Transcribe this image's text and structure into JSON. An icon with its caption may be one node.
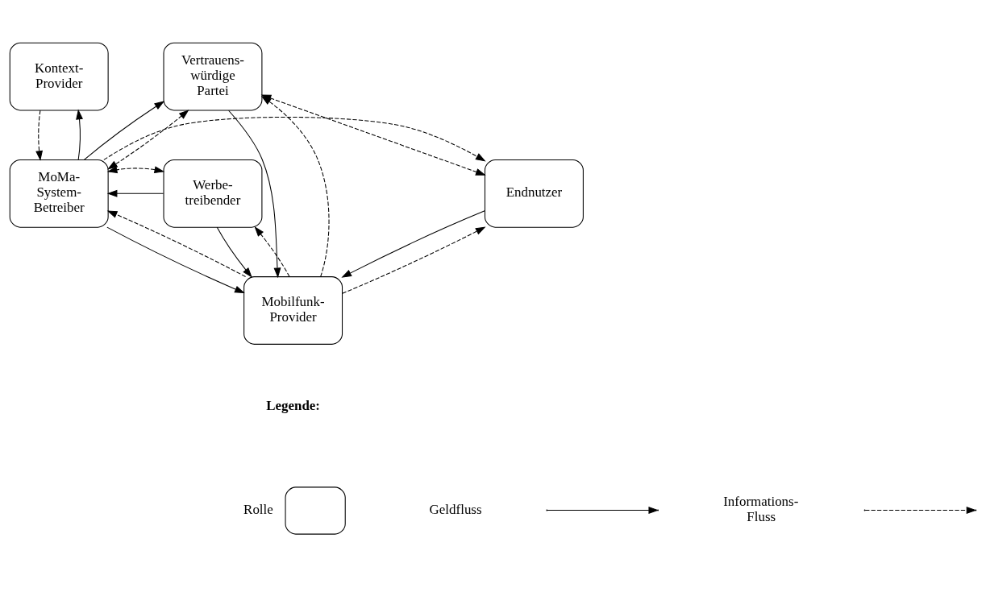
{
  "diagram": {
    "nodes": [
      {
        "text": [
          "Kontext- Provider"
        ]
      },
      {
        "text": [
          "Vertrauens- würdige Partei"
        ]
      },
      {
        "text": [
          "Werbe- treibender"
        ]
      },
      {
        "text": [
          "MoMa- System- Betreiber"
        ]
      },
      {
        "text": [
          "Endnutzer"
        ]
      },
      {
        "text": [
          "Mobilfunk- Provider"
        ]
      }
    ],
    "edges": [
      {
        "from": 2,
        "to": 3,
        "arrow": "to"
      },
      {
        "from": 2,
        "to": 3,
        "arrow": "both",
        "style": "dashed"
      },
      {
        "from": 3,
        "to": 0,
        "arrow": "to"
      },
      {
        "from": 0,
        "to": 3,
        "arrow": "to",
        "style": "dashed"
      },
      {
        "from": 3,
        "to": 1,
        "arrow": "to"
      },
      {
        "from": 3,
        "to": 1,
        "arrow": "both",
        "style": "dashed"
      },
      {
        "from": 1,
        "to": 4,
        "arrow": "both",
        "style": "dashed"
      },
      {
        "from": 3,
        "to": 4,
        "arrow": "to",
        "style": "dashed"
      },
      {
        "from": 3,
        "to": 5,
        "arrow": "to"
      },
      {
        "from": 5,
        "to": 3,
        "arrow": "to",
        "style": "dashed"
      },
      {
        "from": 2,
        "to": 5,
        "arrow": "to"
      },
      {
        "from": 5,
        "to": 2,
        "arrow": "to",
        "style": "dashed"
      },
      {
        "from": 1,
        "to": 5,
        "arrow": "to"
      },
      {
        "from": 5,
        "to": 1,
        "arrow": "to",
        "style": "dashed"
      },
      {
        "from": 4,
        "to": 5,
        "arrow": "to"
      },
      {
        "from": 5,
        "to": 4,
        "arrow": "to",
        "style": "dashed"
      }
    ],
    "labels": [
      "Legende:"
    ],
    "legend": [
      {
        "text": "Rolle"
      },
      {
        "text": "Geldfluss"
      },
      {
        "text": "Informations- Fluss"
      }
    ]
  }
}
